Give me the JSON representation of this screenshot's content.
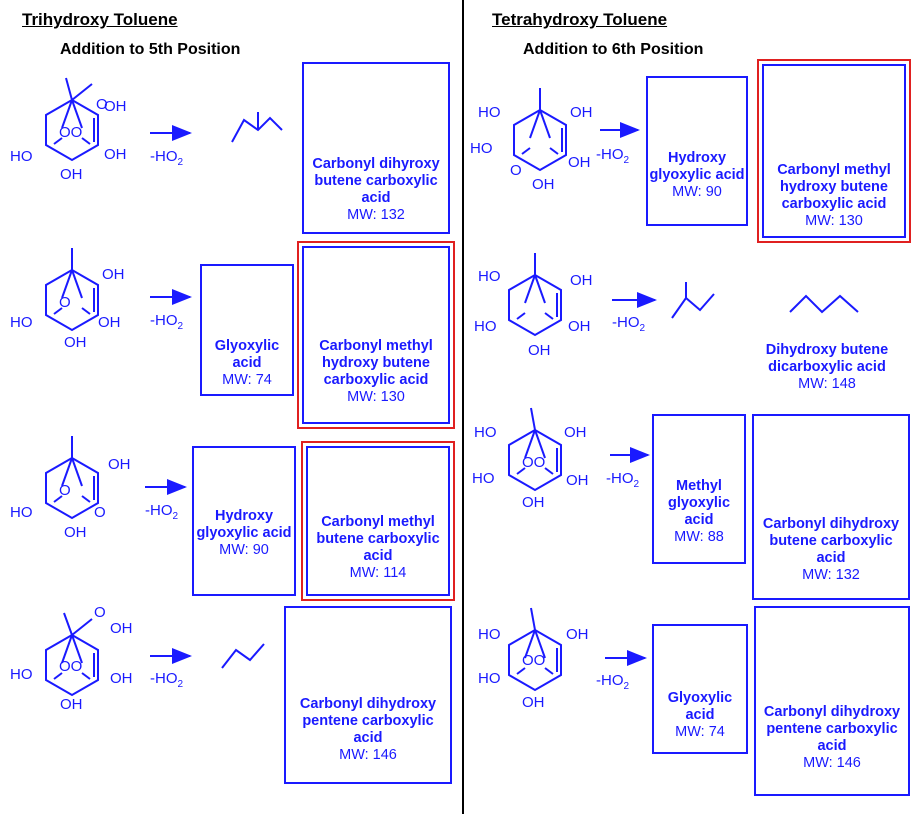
{
  "left": {
    "heading": "Trihydroxy Toluene",
    "subheading": "Addition to 5th Position",
    "rows": [
      {
        "reagent": "-HO",
        "reagent_sub": "2",
        "product": {
          "name": "Carbonyl dihyroxy butene carboxylic acid",
          "mw": "MW: 132",
          "highlight": false
        }
      },
      {
        "reagent": "-HO",
        "reagent_sub": "2",
        "frag": {
          "name": "Glyoxylic acid",
          "mw": "MW: 74"
        },
        "product": {
          "name": "Carbonyl methyl hydroxy butene carboxylic acid",
          "mw": "MW: 130",
          "highlight": true
        }
      },
      {
        "reagent": "-HO",
        "reagent_sub": "2",
        "frag": {
          "name": "Hydroxy glyoxylic acid",
          "mw": "MW: 90"
        },
        "product": {
          "name": "Carbonyl methyl butene carboxylic acid",
          "mw": "MW: 114",
          "highlight": true
        }
      },
      {
        "reagent": "-HO",
        "reagent_sub": "2",
        "product": {
          "name": "Carbonyl dihydroxy pentene carboxylic acid",
          "mw": "MW: 146",
          "highlight": false
        }
      }
    ]
  },
  "right": {
    "heading": "Tetrahydroxy Toluene",
    "subheading": "Addition to 6th Position",
    "rows": [
      {
        "reagent": "-HO",
        "reagent_sub": "2",
        "frag": {
          "name": "Hydroxy glyoxylic acid",
          "mw": "MW: 90"
        },
        "product": {
          "name": "Carbonyl methyl hydroxy butene carboxylic acid",
          "mw": "MW: 130",
          "highlight": true
        }
      },
      {
        "reagent": "-HO",
        "reagent_sub": "2",
        "product": {
          "name": "Dihydroxy butene dicarboxylic acid",
          "mw": "MW: 148",
          "highlight": false
        }
      },
      {
        "reagent": "-HO",
        "reagent_sub": "2",
        "frag": {
          "name": "Methyl glyoxylic acid",
          "mw": "MW: 88"
        },
        "product": {
          "name": "Carbonyl dihydroxy butene carboxylic acid",
          "mw": "MW: 132",
          "highlight": false
        }
      },
      {
        "reagent": "-HO",
        "reagent_sub": "2",
        "frag": {
          "name": "Glyoxylic acid",
          "mw": "MW: 74"
        },
        "product": {
          "name": "Carbonyl dihydroxy pentene carboxylic acid",
          "mw": "MW: 146",
          "highlight": false
        }
      }
    ]
  },
  "atoms": {
    "oh": "OH",
    "ho": "HO",
    "o": "O",
    "oo": "OO"
  },
  "colors": {
    "structure": "#1a1aff",
    "highlight": "#e02020",
    "text": "#000000"
  }
}
